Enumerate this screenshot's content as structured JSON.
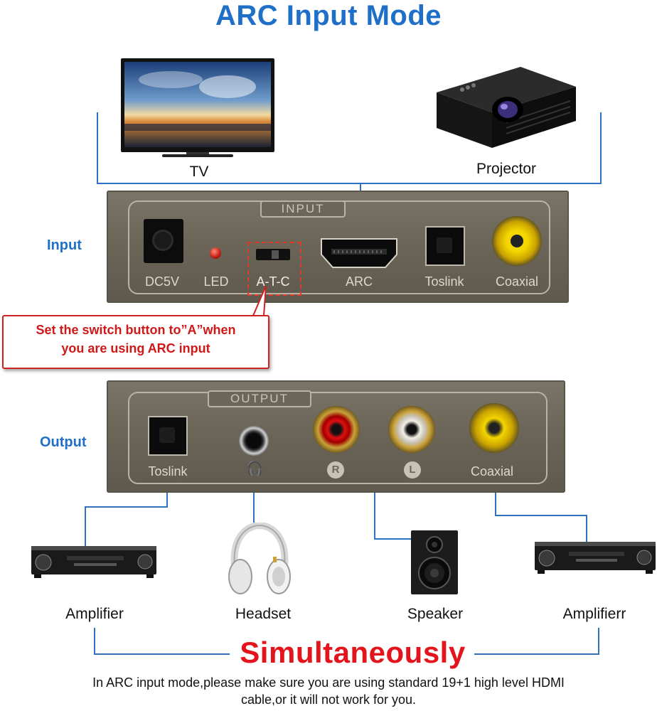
{
  "title": "ARC Input Mode",
  "devices": {
    "tv": "TV",
    "projector": "Projector",
    "amplifier_left": "Amplifier",
    "headset": "Headset",
    "speaker": "Speaker",
    "amplifier_right": "Amplifierr"
  },
  "input_panel": {
    "side_label": "Input",
    "title": "INPUT",
    "ports": {
      "dc": "DC5V",
      "led": "LED",
      "atc": "A-T-C",
      "arc": "ARC",
      "toslink": "Toslink",
      "coaxial": "Coaxial"
    }
  },
  "note": {
    "line1": "Set the switch button to”A”when",
    "line2": "you are using ARC input"
  },
  "output_panel": {
    "side_label": "Output",
    "title": "OUTPUT",
    "ports": {
      "toslink": "Toslink",
      "r": "R",
      "l": "L",
      "coaxial": "Coaxial"
    }
  },
  "simultaneously": "Simultaneously",
  "footer": {
    "line1": "In ARC input mode,please make sure you are using standard 19+1 high level HDMI",
    "line2": "cable,or it will not work for you."
  },
  "colors": {
    "accent_blue": "#1f6fc9",
    "wire_blue": "#2f72c2",
    "warning_red": "#d01818",
    "panel_gray": "#6c6659"
  }
}
